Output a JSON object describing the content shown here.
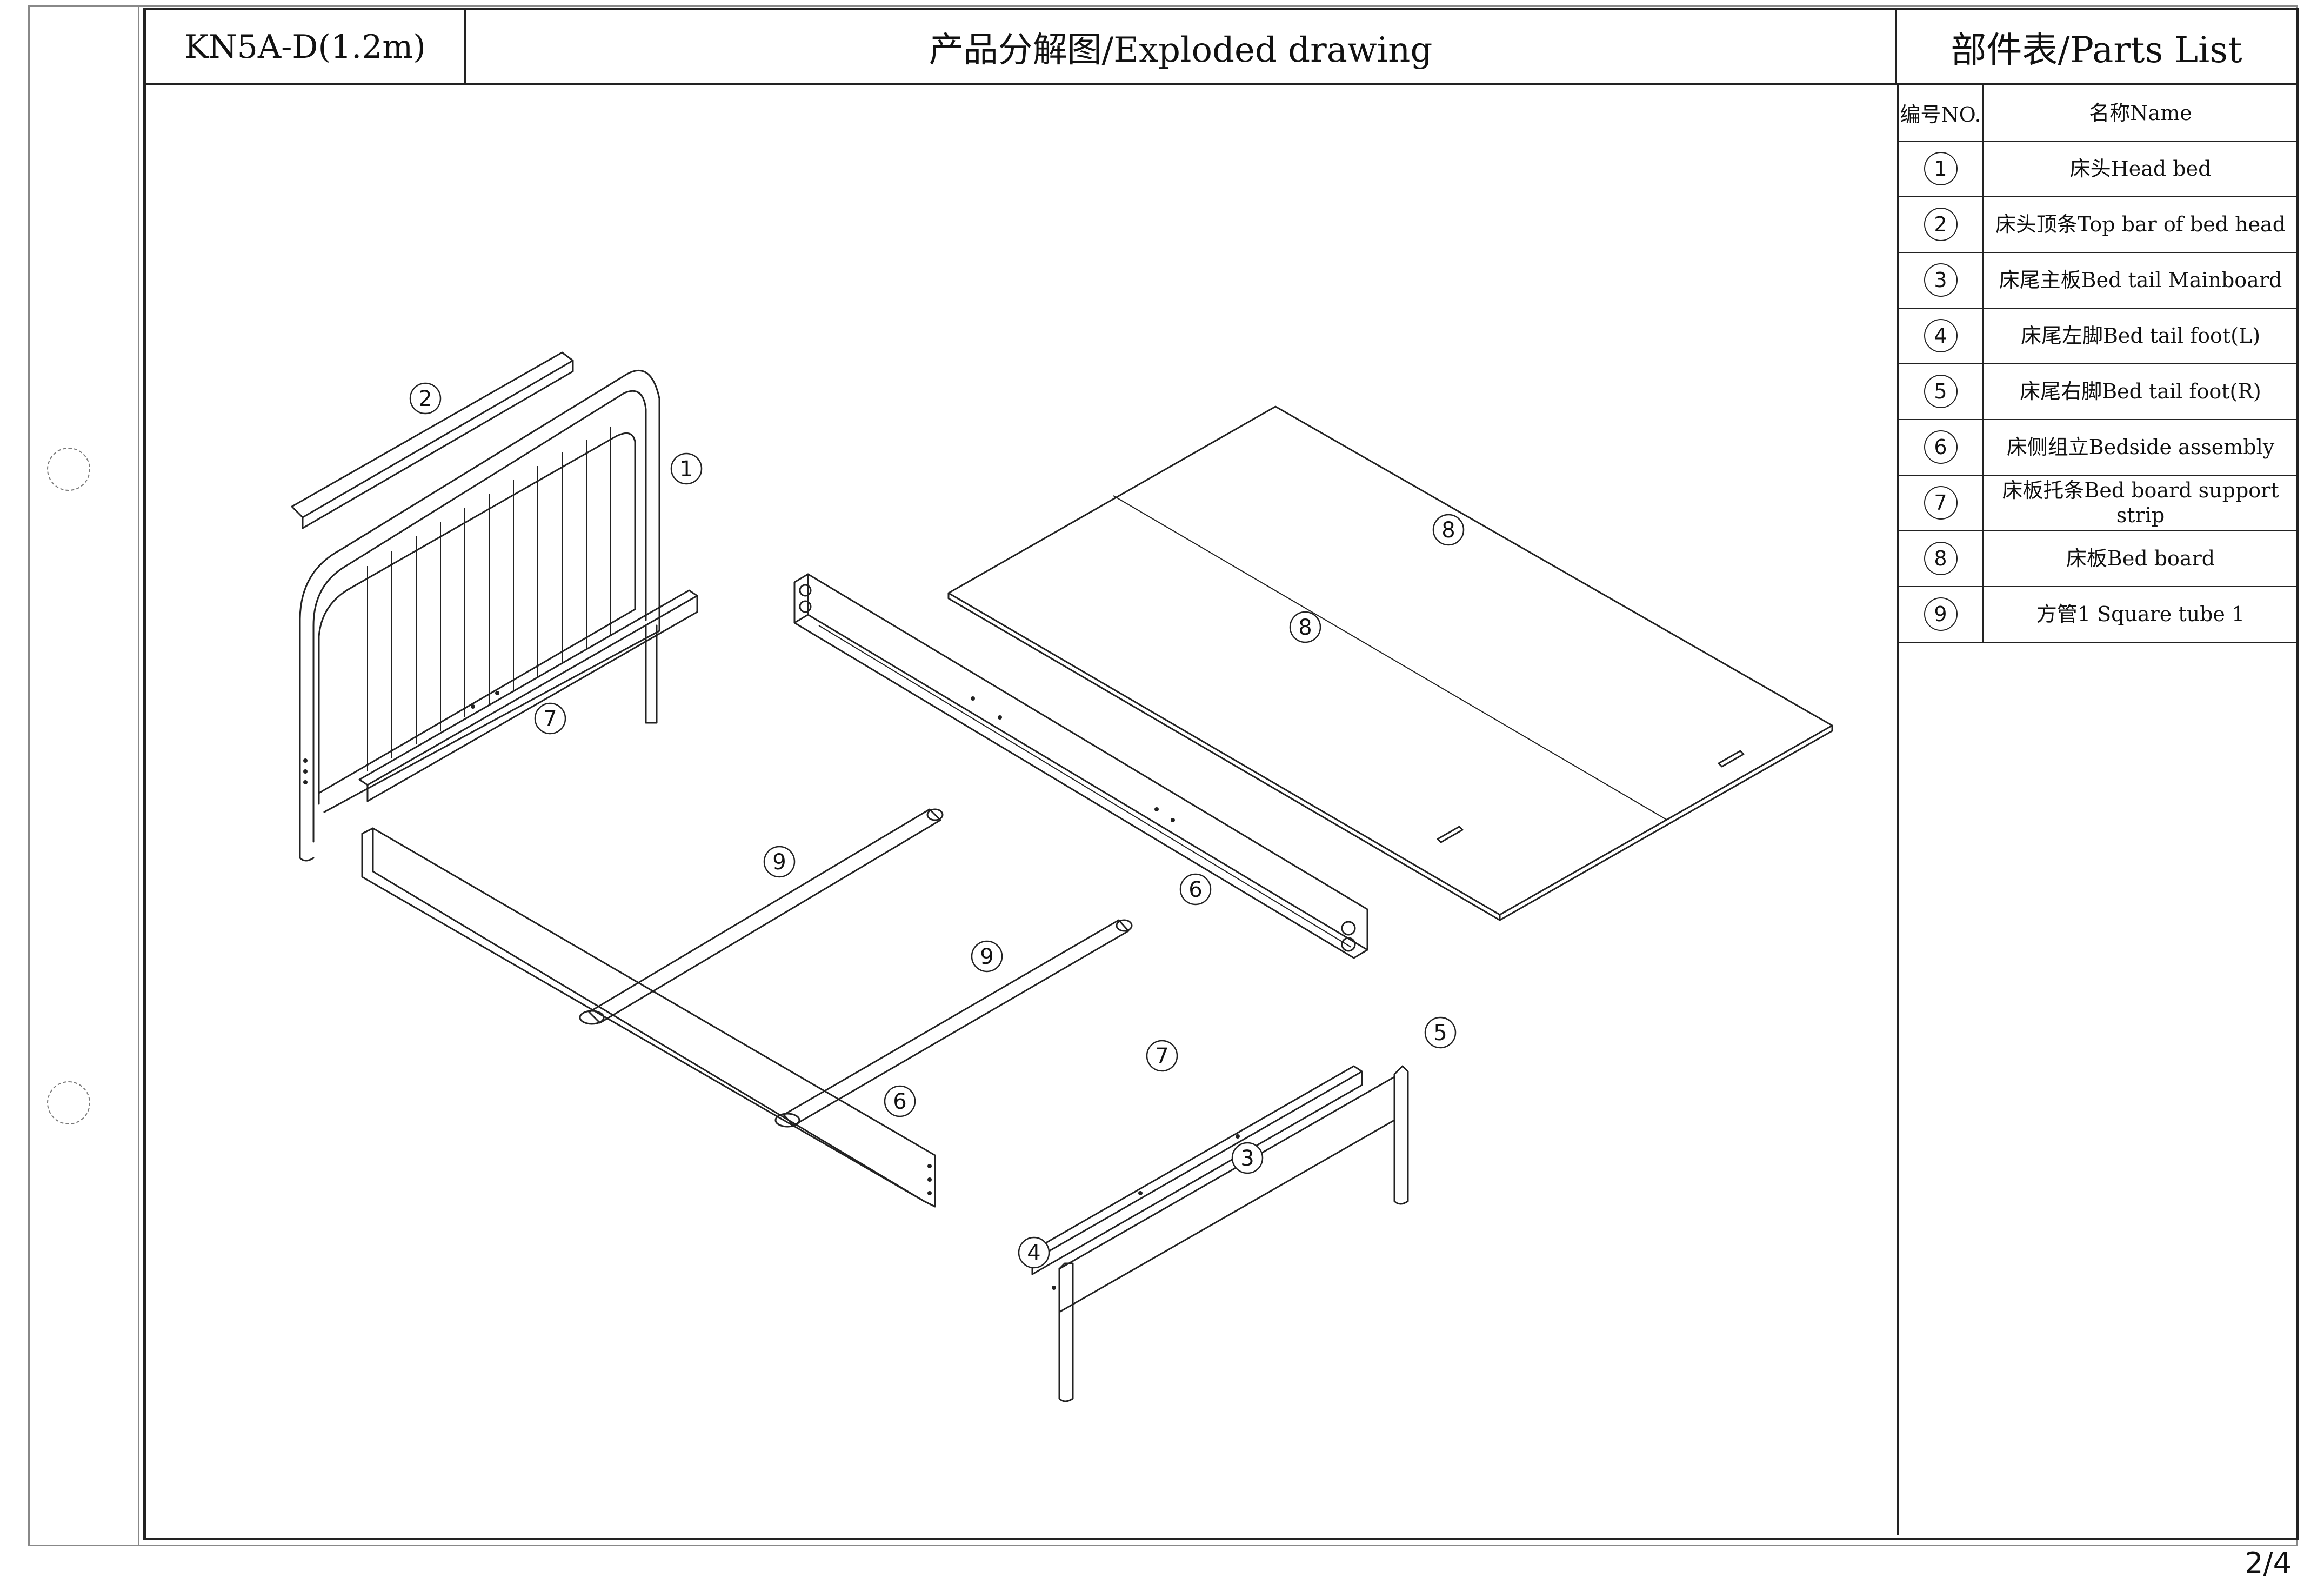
{
  "header": {
    "model": "KN5A-D(1.2m)",
    "drawing_title": "产品分解图/Exploded drawing",
    "parts_title": "部件表/Parts List"
  },
  "parts_list": {
    "col_no": "编号NO.",
    "col_name": "名称Name",
    "items": [
      {
        "no": "1",
        "name": "床头Head bed"
      },
      {
        "no": "2",
        "name": "床头顶条Top bar of bed head"
      },
      {
        "no": "3",
        "name": "床尾主板Bed tail Mainboard"
      },
      {
        "no": "4",
        "name": "床尾左脚Bed tail foot(L)"
      },
      {
        "no": "5",
        "name": "床尾右脚Bed tail foot(R)"
      },
      {
        "no": "6",
        "name": "床侧组立Bedside assembly"
      },
      {
        "no": "7",
        "name": "床板托条Bed board support strip"
      },
      {
        "no": "8",
        "name": "床板Bed board"
      },
      {
        "no": "9",
        "name": "方管1 Square tube 1"
      }
    ]
  },
  "callouts": {
    "c1": "1",
    "c2": "2",
    "c3": "3",
    "c4": "4",
    "c5": "5",
    "c6a": "6",
    "c6b": "6",
    "c7a": "7",
    "c7b": "7",
    "c8a": "8",
    "c8b": "8",
    "c9a": "9",
    "c9b": "9"
  },
  "page_number": "2/4"
}
